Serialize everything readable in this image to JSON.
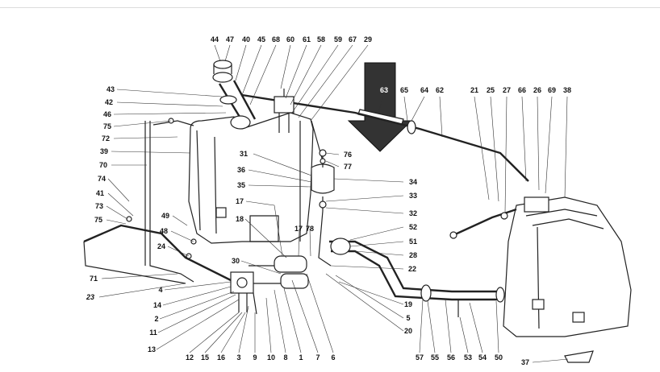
{
  "diagram": {
    "parts": [
      "44",
      "47",
      "40",
      "45",
      "68",
      "60",
      "61",
      "58",
      "59",
      "67",
      "29",
      "43",
      "42",
      "46",
      "75",
      "72",
      "39",
      "70",
      "74",
      "41",
      "73",
      "75",
      "49",
      "48",
      "24",
      "71",
      "23",
      "31",
      "36",
      "35",
      "17",
      "18",
      "17",
      "78",
      "30",
      "76",
      "77",
      "34",
      "33",
      "32",
      "52",
      "51",
      "28",
      "22",
      "4",
      "14",
      "2",
      "11",
      "13",
      "12",
      "15",
      "16",
      "3",
      "9",
      "10",
      "8",
      "1",
      "7",
      "6",
      "19",
      "5",
      "20",
      "63",
      "65",
      "64",
      "62",
      "21",
      "25",
      "27",
      "66",
      "26",
      "69",
      "38",
      "57",
      "55",
      "56",
      "53",
      "54",
      "50",
      "37"
    ]
  },
  "colors": {
    "line": "#222222",
    "background": "#ffffff",
    "arrow": "#111111"
  },
  "icons": {
    "direction_arrow": "down-arrow-icon"
  }
}
